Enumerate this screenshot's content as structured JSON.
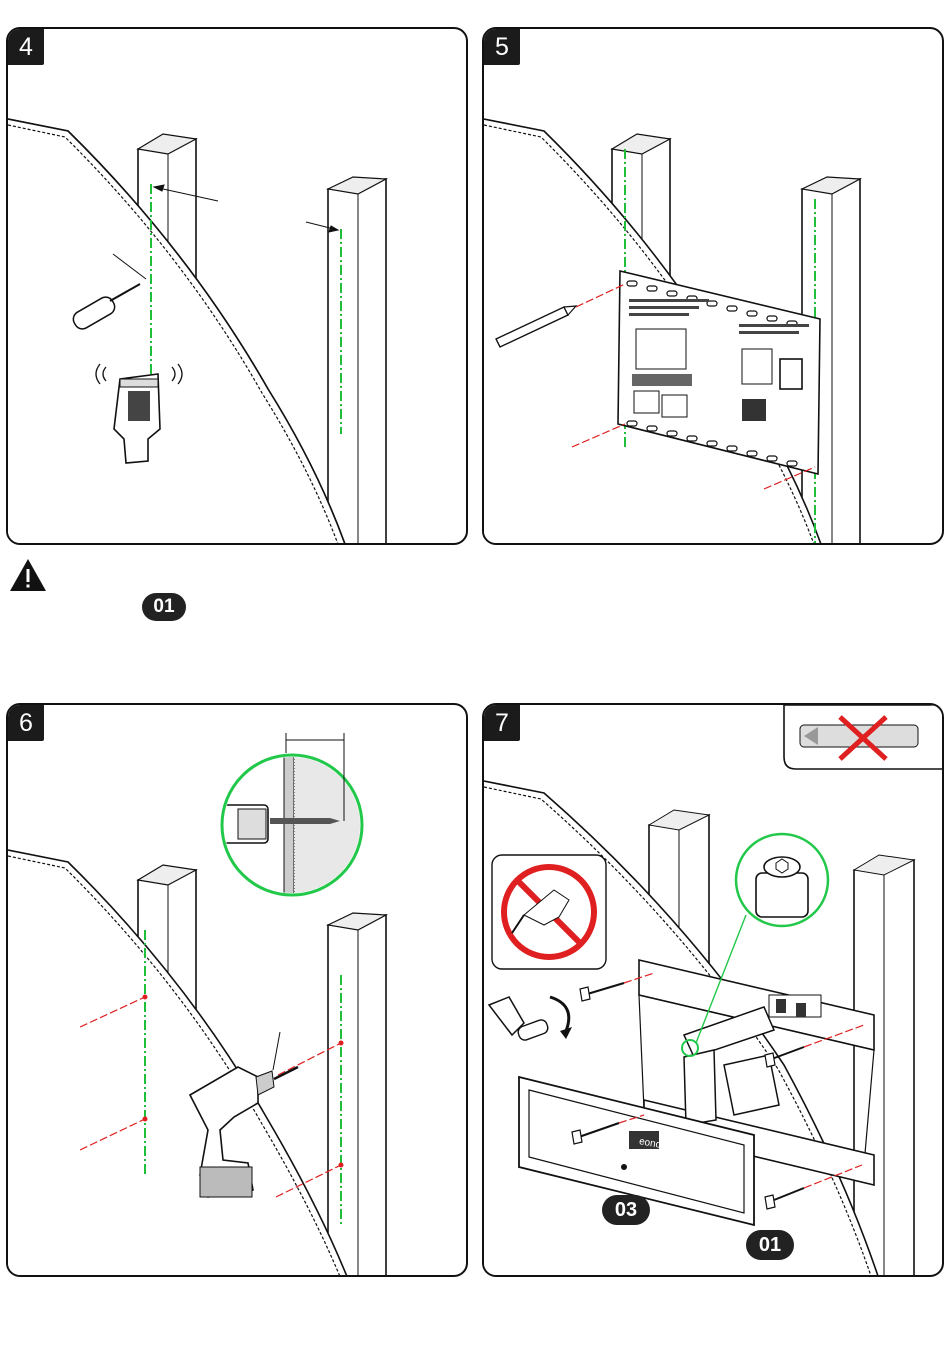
{
  "steps": [
    {
      "number": "4"
    },
    {
      "number": "5"
    },
    {
      "number": "6"
    },
    {
      "number": "7"
    }
  ],
  "warning": {
    "icon": "warning-triangle-icon",
    "part_badge": "01"
  },
  "step7": {
    "part_badge_plate": "03",
    "part_badge_bolt": "01",
    "brand_label": "eono"
  },
  "colors": {
    "stud_line": "#1fbf3a",
    "mark_line": "#e02020",
    "prohibit": "#e02020",
    "zoom_ring": "#22c84a"
  }
}
